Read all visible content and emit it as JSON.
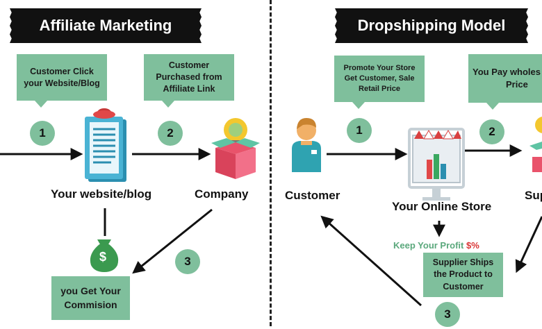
{
  "left": {
    "title": "Affiliate Marketing",
    "callout1": "Customer Click your Website/Blog",
    "callout2": "Customer Purchased from Affiliate Link",
    "step1": "1",
    "step2": "2",
    "step3": "3",
    "website_label": "Your website/blog",
    "company_label": "Company",
    "commission": "you Get Your Commision",
    "money_symbol": "$"
  },
  "right": {
    "title": "Dropshipping Model",
    "callout1": "Promote Your Store Get Customer, Sale Retail Price",
    "callout2": "You Pay wholes... Price",
    "callout2_line1": "You Pay wholes",
    "callout2_line2": "Price",
    "step1": "1",
    "step2": "2",
    "step3": "3",
    "customer_label": "Customer",
    "store_label": "Your Online Store",
    "supplier_label": "Sup",
    "profit_text": "Keep Your Profit",
    "profit_symbol": "$%",
    "ships": "Supplier Ships the Product to Customer"
  },
  "colors": {
    "accent_green": "#7fbf9c",
    "banner": "#111111",
    "profit_red": "#d93434",
    "profit_green": "#5aa87c"
  }
}
